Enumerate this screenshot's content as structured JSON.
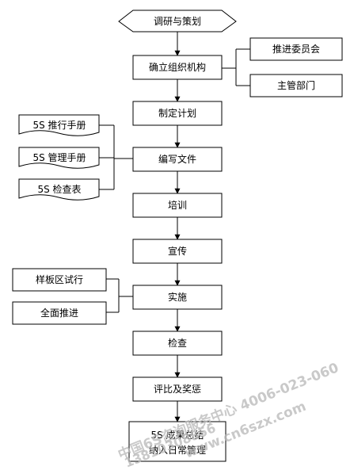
{
  "main_flow": [
    "调研与策划",
    "确立组织机构",
    "制定计划",
    "编写文件",
    "培训",
    "宣传",
    "实施",
    "检查",
    "评比及奖惩"
  ],
  "final_step": {
    "line1": "5S 成果总结",
    "line2": "纳入日常管理"
  },
  "organization": [
    "推进委员会",
    "主管部门"
  ],
  "documents": [
    "5S 推行手册",
    "5S 管理手册",
    "5S 检查表"
  ],
  "implementation": [
    "样板区试行",
    "全面推进"
  ],
  "watermark": {
    "line1": "中国6S咨询服务中心 4006-023-060",
    "line2": "www.cn6szx.com",
    "line3": "13810308856"
  },
  "colors": {
    "stroke": "#000000",
    "fill": "#ffffff",
    "watermark": "#b8b8b8"
  }
}
